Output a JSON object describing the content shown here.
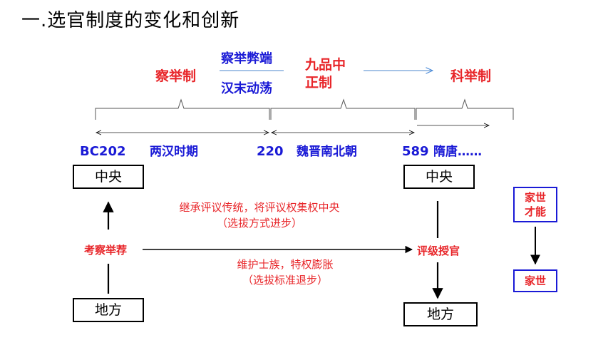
{
  "title": "一.选官制度的变化和创新",
  "stages": {
    "chaju": "察举制",
    "jiupin_line1": "九品中",
    "jiupin_line2": "正制",
    "keju": "科举制"
  },
  "causes": {
    "line1": "察举弊端",
    "line2": "汉末动荡"
  },
  "timeline": {
    "years": [
      "BC202",
      "220",
      "589"
    ],
    "periods": [
      "两汉时期",
      "魏晋南北朝",
      "隋唐……"
    ]
  },
  "flow": {
    "left_top_box": "中央",
    "left_bottom_box": "地方",
    "left_mid_label": "考察举荐",
    "right_top_box": "中央",
    "right_bottom_box": "地方",
    "right_mid_label": "评级授官",
    "note_upper_line1": "继承评议传统，将评议权集权中央",
    "note_upper_line2": "（选拔方式进步）",
    "note_lower_line1": "维护士族，特权膨胀",
    "note_lower_line2": "（选拔标准退步）"
  },
  "criteria": {
    "before_line1": "家世",
    "before_line2": "才能",
    "after": "家世"
  }
}
